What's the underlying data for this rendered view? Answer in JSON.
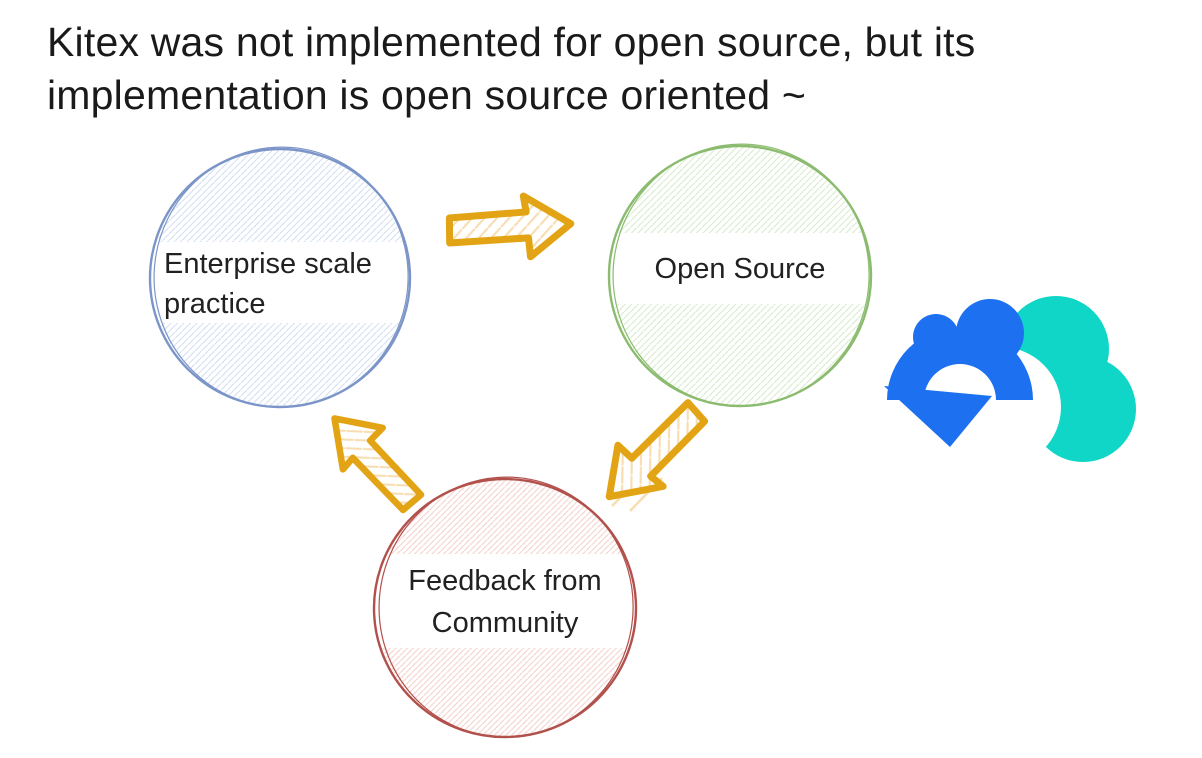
{
  "slide": {
    "title_line1": "Kitex was not implemented for open source, but its",
    "title_line2": "implementation is open source oriented ~"
  },
  "diagram": {
    "type": "cycle",
    "nodes": [
      {
        "id": "enterprise-practice",
        "label_line1": "Enterprise scale",
        "label_line2": "practice",
        "stroke_color": "#7b95c8",
        "hatch_color": "#d3dff1"
      },
      {
        "id": "open-source",
        "label": "Open Source",
        "stroke_color": "#8abb6e",
        "hatch_color": "#d8ebcc"
      },
      {
        "id": "community-feedback",
        "label_line1": "Feedback from",
        "label_line2": "Community",
        "stroke_color": "#b2504b",
        "hatch_color": "#f3cfca"
      }
    ],
    "edges": [
      {
        "from": "enterprise-practice",
        "to": "open-source"
      },
      {
        "from": "open-source",
        "to": "community-feedback"
      },
      {
        "from": "community-feedback",
        "to": "enterprise-practice"
      }
    ],
    "arrow_stroke_color": "#e2a414",
    "arrow_hatch_color": "#f8ddb2"
  },
  "logo": {
    "name": "cloudwego-logo",
    "arrow_blue": "#1d71f0",
    "cloud_teal": "#0fd6c6"
  }
}
